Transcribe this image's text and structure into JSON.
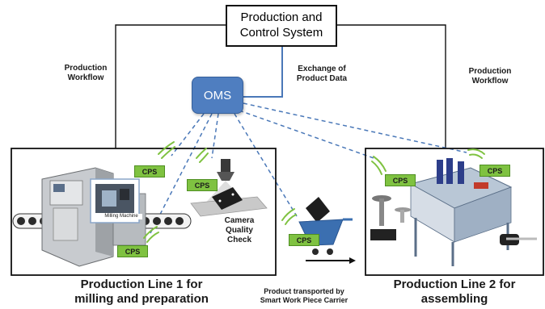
{
  "pcs": {
    "line1": "Production and",
    "line2": "Control System"
  },
  "oms": "OMS",
  "labels": {
    "workflow_left": [
      "Production",
      "Workflow"
    ],
    "workflow_right": [
      "Production",
      "Workflow"
    ],
    "exchange": [
      "Exchange of",
      "Product Data"
    ],
    "camera": [
      "Camera",
      "Quality",
      "Check"
    ],
    "milling_machine": "Milling Machine",
    "line1_title": [
      "Production Line 1 for",
      "milling and preparation"
    ],
    "line2_title": [
      "Production Line 2 for",
      "assembling"
    ],
    "transport": [
      "Product transported by",
      "Smart Work Piece Carrier"
    ]
  },
  "cps_label": "CPS",
  "colors": {
    "oms": "#4f7ec0",
    "cps": "#7fc241",
    "dashed": "#4a78b8",
    "wifi": "#7fc241"
  }
}
